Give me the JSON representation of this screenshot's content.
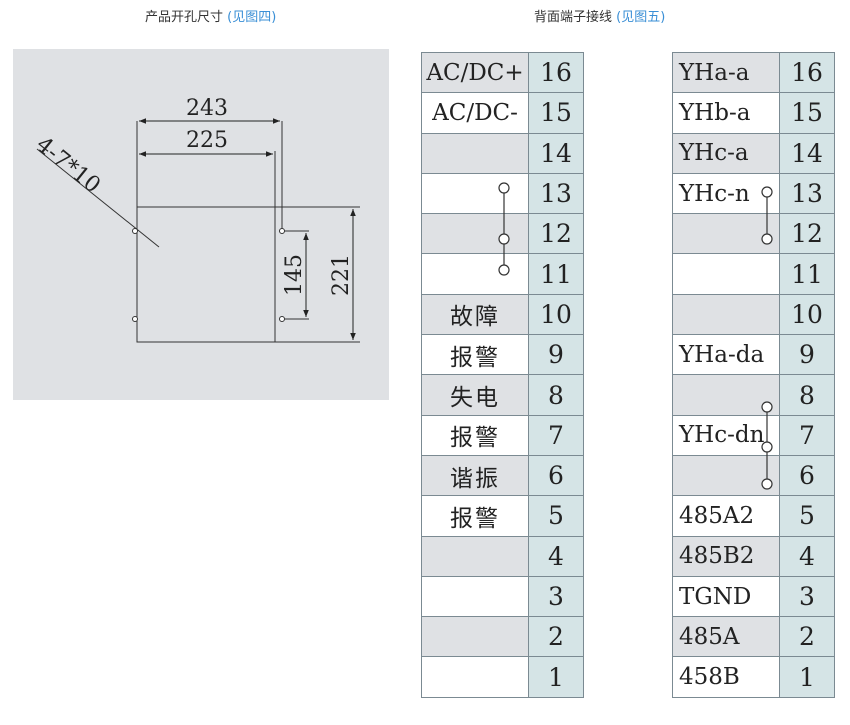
{
  "captions": {
    "left_title": "产品开孔尺寸",
    "left_ref": "(见图四)",
    "right_title": "背面端子接线",
    "right_ref": "(见图五)"
  },
  "cutout": {
    "hole_label": "4-7*10",
    "dim_243": "243",
    "dim_225": "225",
    "dim_145": "145",
    "dim_221": "221"
  },
  "left_table": [
    {
      "label": "AC/DC+",
      "num": "16"
    },
    {
      "label": "AC/DC-",
      "num": "15"
    },
    {
      "label": "",
      "num": "14"
    },
    {
      "label": "",
      "num": "13"
    },
    {
      "label": "",
      "num": "12"
    },
    {
      "label": "",
      "num": "11"
    },
    {
      "label": "故障",
      "num": "10"
    },
    {
      "label": "报警",
      "num": "9"
    },
    {
      "label": "失电",
      "num": "8"
    },
    {
      "label": "报警",
      "num": "7"
    },
    {
      "label": "谐振",
      "num": "6"
    },
    {
      "label": "报警",
      "num": "5"
    },
    {
      "label": "",
      "num": "4"
    },
    {
      "label": "",
      "num": "3"
    },
    {
      "label": "",
      "num": "2"
    },
    {
      "label": "",
      "num": "1"
    }
  ],
  "right_table": [
    {
      "label": "YHa-a",
      "num": "16"
    },
    {
      "label": "YHb-a",
      "num": "15"
    },
    {
      "label": "YHc-a",
      "num": "14"
    },
    {
      "label": "YHc-n",
      "num": "13"
    },
    {
      "label": "",
      "num": "12"
    },
    {
      "label": "",
      "num": "11"
    },
    {
      "label": "",
      "num": "10"
    },
    {
      "label": "YHa-da",
      "num": "9"
    },
    {
      "label": "",
      "num": "8"
    },
    {
      "label": "YHc-dn",
      "num": "7"
    },
    {
      "label": "",
      "num": "6"
    },
    {
      "label": "485A2",
      "num": "5"
    },
    {
      "label": "485B2",
      "num": "4"
    },
    {
      "label": "TGND",
      "num": "3"
    },
    {
      "label": "485A",
      "num": "2"
    },
    {
      "label": "458B",
      "num": "1"
    }
  ]
}
